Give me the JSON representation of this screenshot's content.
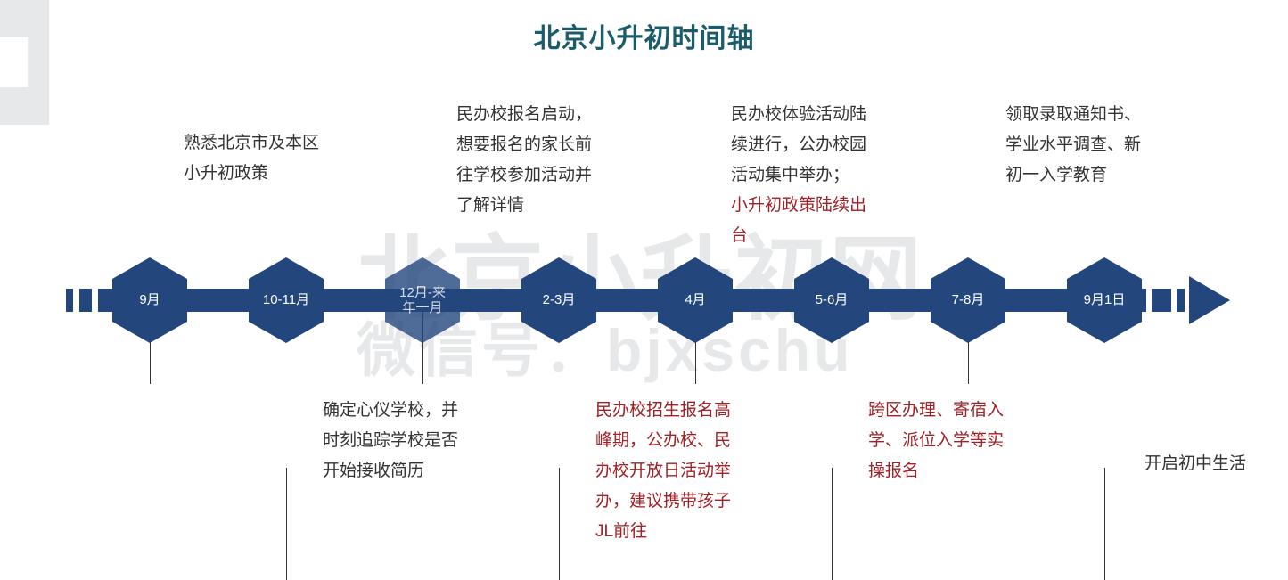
{
  "title": "北京小升初时间轴",
  "colors": {
    "title": "#1b5c6b",
    "timeline": "#23477d",
    "text": "#333333",
    "highlight": "#a02127",
    "watermark": "#e6e8ea"
  },
  "watermark": {
    "line1": "北京小升初网",
    "line2": "微信号：bjxschu"
  },
  "nodes": [
    {
      "label": "9月"
    },
    {
      "label": "10-11月"
    },
    {
      "label_line1": "12月-来",
      "label_line2": "年一月"
    },
    {
      "label": "2-3月"
    },
    {
      "label": "4月"
    },
    {
      "label": "5-6月"
    },
    {
      "label": "7-8月"
    },
    {
      "label": "9月1日"
    }
  ],
  "events": [
    {
      "node": "9月",
      "position": "above",
      "lines": [
        {
          "text": "熟悉北京市及本区",
          "highlight": false
        },
        {
          "text": "小升初政策",
          "highlight": false
        }
      ]
    },
    {
      "node": "10-11月",
      "position": "below",
      "lines": [
        {
          "text": "确定心仪学校，并",
          "highlight": false
        },
        {
          "text": "时刻追踪学校是否",
          "highlight": false
        },
        {
          "text": "开始接收简历",
          "highlight": false
        }
      ]
    },
    {
      "node": "12月-来年一月",
      "position": "above",
      "lines": [
        {
          "text": "民办校报名启动，",
          "highlight": false
        },
        {
          "text": "想要报名的家长前",
          "highlight": false
        },
        {
          "text": "往学校参加活动并",
          "highlight": false
        },
        {
          "text": "了解详情",
          "highlight": false
        }
      ]
    },
    {
      "node": "2-3月",
      "position": "below",
      "lines": [
        {
          "text": "民办校招生报名高",
          "highlight": true
        },
        {
          "text": "峰期，公办校、民",
          "highlight": true
        },
        {
          "text": "办校开放日活动举",
          "highlight": true
        },
        {
          "text": "办，建议携带孩子",
          "highlight": true
        },
        {
          "text": "JL前往",
          "highlight": true
        }
      ]
    },
    {
      "node": "4月",
      "position": "above",
      "lines": [
        {
          "text": "民办校体验活动陆",
          "highlight": false
        },
        {
          "text": "续进行，公办校园",
          "highlight": false
        },
        {
          "text": "活动集中举办；",
          "highlight": false
        },
        {
          "text": "小升初政策陆续出",
          "highlight": true
        },
        {
          "text": "台",
          "highlight": true
        }
      ]
    },
    {
      "node": "5-6月",
      "position": "below",
      "lines": [
        {
          "text": "跨区办理、寄宿入",
          "highlight": true
        },
        {
          "text": "学、派位入学等实",
          "highlight": true
        },
        {
          "text": "操报名",
          "highlight": true
        }
      ]
    },
    {
      "node": "7-8月",
      "position": "above",
      "lines": [
        {
          "text": "领取录取通知书、",
          "highlight": false
        },
        {
          "text": "学业水平调查、新",
          "highlight": false
        },
        {
          "text": "初一入学教育",
          "highlight": false
        }
      ]
    },
    {
      "node": "9月1日",
      "position": "below",
      "lines": [
        {
          "text": "开启初中生活",
          "highlight": false
        }
      ]
    }
  ]
}
